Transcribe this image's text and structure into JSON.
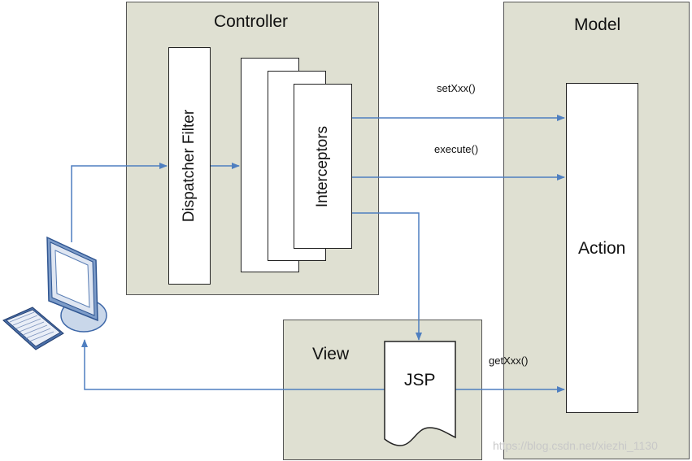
{
  "controller": {
    "title": "Controller",
    "dispatcher_label": "Dispatcher Filter",
    "interceptors_label": "Interceptors"
  },
  "model": {
    "title": "Model",
    "action_label": "Action"
  },
  "view": {
    "title": "View",
    "jsp_label": "JSP"
  },
  "messages": {
    "set": "setXxx()",
    "execute": "execute()",
    "get": "getXxx()"
  },
  "watermark": "https://blog.csdn.net/xiezhi_1130",
  "colors": {
    "panel_fill": "#dfe0d2",
    "arrow": "#4f7fc0",
    "box_fill": "#ffffff"
  }
}
